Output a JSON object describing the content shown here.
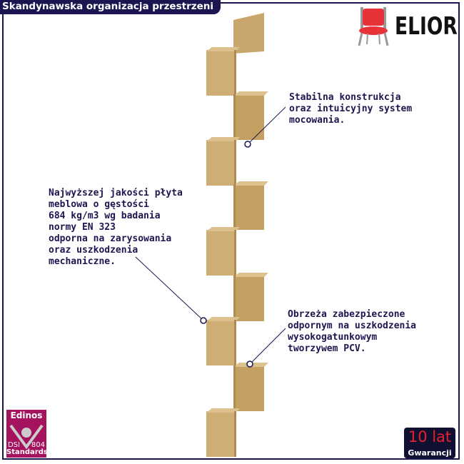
{
  "header": {
    "title": "Skandynawska organizacja przestrzeni"
  },
  "brand": {
    "name": "ELIOR",
    "icon": "chair-icon"
  },
  "annotations": [
    {
      "text": "Stabilna konstrukcja\noraz intuicyjny system\nmocowania."
    },
    {
      "text": "Najwyższej jakości płyta\nmeblowa o gęstości\n684 kg/m3 wg badania\nnormy EN 323\nodporna na zarysowania\noraz uszkodzenia\nmechaniczne."
    },
    {
      "text": "Obrzeża zabezpieczone\nodpornym na uszkodzenia\nwysokogatunkowym\ntworzywem PCV."
    }
  ],
  "badges": {
    "edinos": {
      "name": "Edinos",
      "left": "DSI",
      "right": "804",
      "bottom": "Standards"
    },
    "warranty": {
      "years": "10 lat",
      "label": "Gwarancji"
    }
  },
  "colors": {
    "navy": "#1c1650",
    "wood": "#c9a66b",
    "magenta": "#a5135e"
  }
}
